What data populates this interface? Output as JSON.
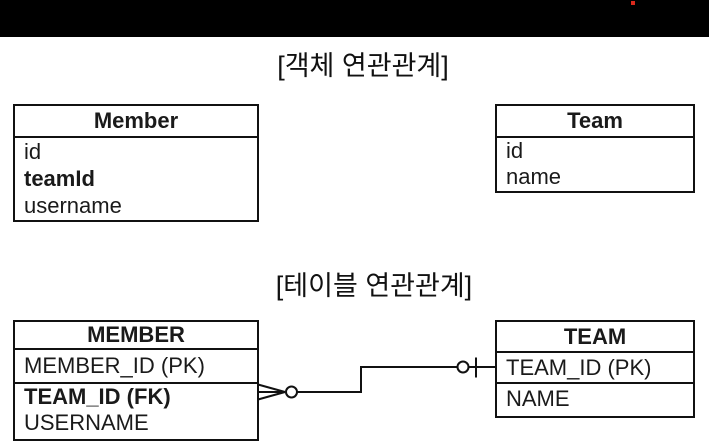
{
  "top_bar": {
    "background": "#000000",
    "indicator_color": "#da291c"
  },
  "sections": {
    "object": {
      "title": "[객체 연관관계]",
      "member": {
        "title": "Member",
        "fields": [
          "id",
          "teamId",
          "username"
        ]
      },
      "team": {
        "title": "Team",
        "fields": [
          "id",
          "name"
        ]
      }
    },
    "table": {
      "title": "[테이블 연관관계]",
      "member": {
        "title": "MEMBER",
        "pk_row": "MEMBER_ID (PK)",
        "fields": [
          "TEAM_ID (FK)",
          "USERNAME"
        ]
      },
      "team": {
        "title": "TEAM",
        "pk_row": "TEAM_ID (PK)",
        "fields": [
          "NAME"
        ]
      },
      "relationship": {
        "member_end": "zero-or-many",
        "team_end": "zero-or-one"
      }
    }
  }
}
